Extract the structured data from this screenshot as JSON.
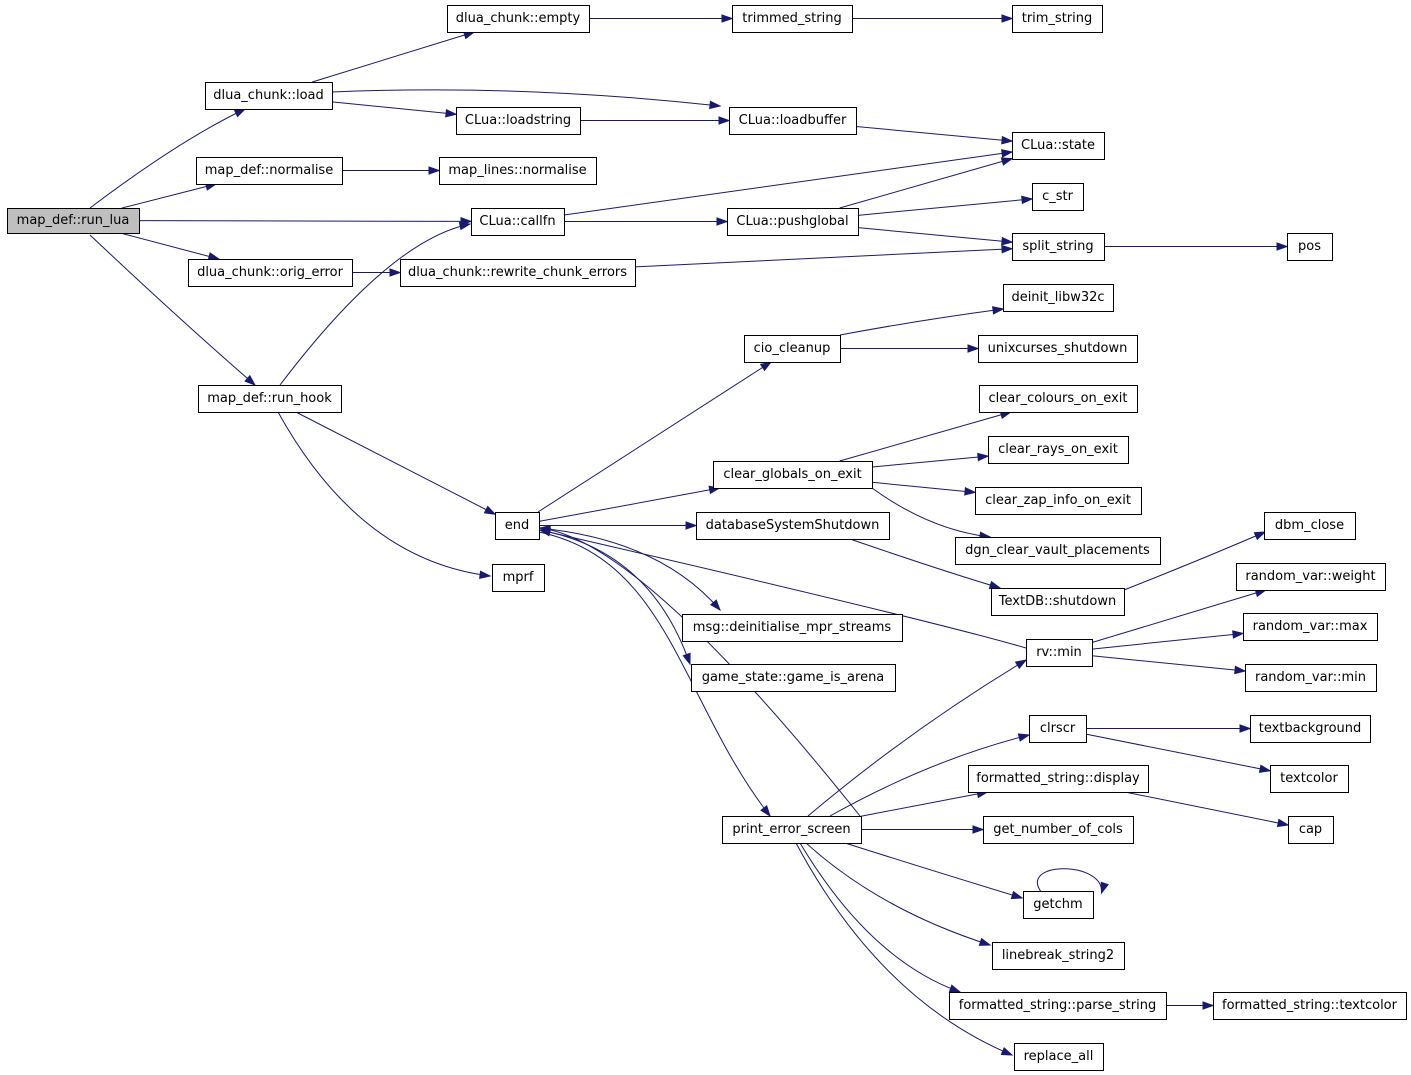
{
  "graph": {
    "nodes": [
      {
        "id": "map_def_run_lua",
        "label": "map_def::run_lua"
      },
      {
        "id": "dlua_chunk_load",
        "label": "dlua_chunk::load"
      },
      {
        "id": "map_def_normalise",
        "label": "map_def::normalise"
      },
      {
        "id": "dlua_chunk_orig_error",
        "label": "dlua_chunk::orig_error"
      },
      {
        "id": "map_def_run_hook",
        "label": "map_def::run_hook"
      },
      {
        "id": "dlua_chunk_empty",
        "label": "dlua_chunk::empty"
      },
      {
        "id": "clua_loadstring",
        "label": "CLua::loadstring"
      },
      {
        "id": "map_lines_normalise",
        "label": "map_lines::normalise"
      },
      {
        "id": "clua_callfn",
        "label": "CLua::callfn"
      },
      {
        "id": "dlua_chunk_rewrite_chunk_errors",
        "label": "dlua_chunk::rewrite_chunk_errors"
      },
      {
        "id": "end",
        "label": "end"
      },
      {
        "id": "mprf",
        "label": "mprf"
      },
      {
        "id": "trimmed_string",
        "label": "trimmed_string"
      },
      {
        "id": "clua_loadbuffer",
        "label": "CLua::loadbuffer"
      },
      {
        "id": "clua_pushglobal",
        "label": "CLua::pushglobal"
      },
      {
        "id": "cio_cleanup",
        "label": "cio_cleanup"
      },
      {
        "id": "clear_globals_on_exit",
        "label": "clear_globals_on_exit"
      },
      {
        "id": "database_system_shutdown",
        "label": "databaseSystemShutdown"
      },
      {
        "id": "msg_deinitialise_mpr_streams",
        "label": "msg::deinitialise_mpr_streams"
      },
      {
        "id": "game_state_game_is_arena",
        "label": "game_state::game_is_arena"
      },
      {
        "id": "print_error_screen",
        "label": "print_error_screen"
      },
      {
        "id": "trim_string",
        "label": "trim_string"
      },
      {
        "id": "clua_state",
        "label": "CLua::state"
      },
      {
        "id": "c_str",
        "label": "c_str"
      },
      {
        "id": "split_string",
        "label": "split_string"
      },
      {
        "id": "deinit_libw32c",
        "label": "deinit_libw32c"
      },
      {
        "id": "unixcurses_shutdown",
        "label": "unixcurses_shutdown"
      },
      {
        "id": "clear_colours_on_exit",
        "label": "clear_colours_on_exit"
      },
      {
        "id": "clear_rays_on_exit",
        "label": "clear_rays_on_exit"
      },
      {
        "id": "clear_zap_info_on_exit",
        "label": "clear_zap_info_on_exit"
      },
      {
        "id": "dgn_clear_vault_placements",
        "label": "dgn_clear_vault_placements"
      },
      {
        "id": "textdb_shutdown",
        "label": "TextDB::shutdown"
      },
      {
        "id": "rv_min",
        "label": "rv::min"
      },
      {
        "id": "clrscr",
        "label": "clrscr"
      },
      {
        "id": "formatted_string_display",
        "label": "formatted_string::display"
      },
      {
        "id": "get_number_of_cols",
        "label": "get_number_of_cols"
      },
      {
        "id": "getchm",
        "label": "getchm"
      },
      {
        "id": "linebreak_string2",
        "label": "linebreak_string2"
      },
      {
        "id": "formatted_string_parse_string",
        "label": "formatted_string::parse_string"
      },
      {
        "id": "replace_all",
        "label": "replace_all"
      },
      {
        "id": "pos",
        "label": "pos"
      },
      {
        "id": "dbm_close",
        "label": "dbm_close"
      },
      {
        "id": "random_var_weight",
        "label": "random_var::weight"
      },
      {
        "id": "random_var_max",
        "label": "random_var::max"
      },
      {
        "id": "random_var_min",
        "label": "random_var::min"
      },
      {
        "id": "textbackground",
        "label": "textbackground"
      },
      {
        "id": "textcolor",
        "label": "textcolor"
      },
      {
        "id": "cap",
        "label": "cap"
      },
      {
        "id": "formatted_string_textcolor",
        "label": "formatted_string::textcolor"
      }
    ],
    "edges": [
      {
        "from": "map_def_run_lua",
        "to": "dlua_chunk_load"
      },
      {
        "from": "map_def_run_lua",
        "to": "map_def_normalise"
      },
      {
        "from": "map_def_run_lua",
        "to": "clua_callfn"
      },
      {
        "from": "map_def_run_lua",
        "to": "dlua_chunk_orig_error"
      },
      {
        "from": "map_def_run_lua",
        "to": "map_def_run_hook"
      },
      {
        "from": "dlua_chunk_load",
        "to": "dlua_chunk_empty"
      },
      {
        "from": "dlua_chunk_load",
        "to": "clua_loadbuffer"
      },
      {
        "from": "dlua_chunk_load",
        "to": "clua_loadstring"
      },
      {
        "from": "dlua_chunk_empty",
        "to": "trimmed_string"
      },
      {
        "from": "trimmed_string",
        "to": "trim_string"
      },
      {
        "from": "clua_loadstring",
        "to": "clua_loadbuffer"
      },
      {
        "from": "clua_loadbuffer",
        "to": "clua_state"
      },
      {
        "from": "map_def_normalise",
        "to": "map_lines_normalise"
      },
      {
        "from": "clua_callfn",
        "to": "clua_state"
      },
      {
        "from": "clua_callfn",
        "to": "clua_pushglobal"
      },
      {
        "from": "clua_pushglobal",
        "to": "clua_state"
      },
      {
        "from": "clua_pushglobal",
        "to": "c_str"
      },
      {
        "from": "clua_pushglobal",
        "to": "split_string"
      },
      {
        "from": "split_string",
        "to": "pos"
      },
      {
        "from": "dlua_chunk_orig_error",
        "to": "dlua_chunk_rewrite_chunk_errors"
      },
      {
        "from": "dlua_chunk_rewrite_chunk_errors",
        "to": "split_string"
      },
      {
        "from": "map_def_run_hook",
        "to": "clua_callfn"
      },
      {
        "from": "map_def_run_hook",
        "to": "end"
      },
      {
        "from": "map_def_run_hook",
        "to": "mprf"
      },
      {
        "from": "end",
        "to": "cio_cleanup"
      },
      {
        "from": "end",
        "to": "clear_globals_on_exit"
      },
      {
        "from": "end",
        "to": "database_system_shutdown"
      },
      {
        "from": "end",
        "to": "msg_deinitialise_mpr_streams"
      },
      {
        "from": "end",
        "to": "game_state_game_is_arena"
      },
      {
        "from": "end",
        "to": "print_error_screen"
      },
      {
        "from": "cio_cleanup",
        "to": "deinit_libw32c"
      },
      {
        "from": "cio_cleanup",
        "to": "unixcurses_shutdown"
      },
      {
        "from": "clear_globals_on_exit",
        "to": "clear_colours_on_exit"
      },
      {
        "from": "clear_globals_on_exit",
        "to": "clear_rays_on_exit"
      },
      {
        "from": "clear_globals_on_exit",
        "to": "clear_zap_info_on_exit"
      },
      {
        "from": "clear_globals_on_exit",
        "to": "dgn_clear_vault_placements"
      },
      {
        "from": "database_system_shutdown",
        "to": "textdb_shutdown"
      },
      {
        "from": "textdb_shutdown",
        "to": "dbm_close"
      },
      {
        "from": "print_error_screen",
        "to": "end"
      },
      {
        "from": "print_error_screen",
        "to": "rv_min"
      },
      {
        "from": "print_error_screen",
        "to": "clrscr"
      },
      {
        "from": "print_error_screen",
        "to": "formatted_string_display"
      },
      {
        "from": "print_error_screen",
        "to": "get_number_of_cols"
      },
      {
        "from": "print_error_screen",
        "to": "getchm"
      },
      {
        "from": "print_error_screen",
        "to": "linebreak_string2"
      },
      {
        "from": "print_error_screen",
        "to": "formatted_string_parse_string"
      },
      {
        "from": "print_error_screen",
        "to": "replace_all"
      },
      {
        "from": "rv_min",
        "to": "end"
      },
      {
        "from": "rv_min",
        "to": "random_var_weight"
      },
      {
        "from": "rv_min",
        "to": "random_var_max"
      },
      {
        "from": "rv_min",
        "to": "random_var_min"
      },
      {
        "from": "clrscr",
        "to": "textbackground"
      },
      {
        "from": "clrscr",
        "to": "textcolor"
      },
      {
        "from": "formatted_string_display",
        "to": "cap"
      },
      {
        "from": "getchm",
        "to": "getchm"
      },
      {
        "from": "formatted_string_parse_string",
        "to": "formatted_string_textcolor"
      }
    ]
  }
}
